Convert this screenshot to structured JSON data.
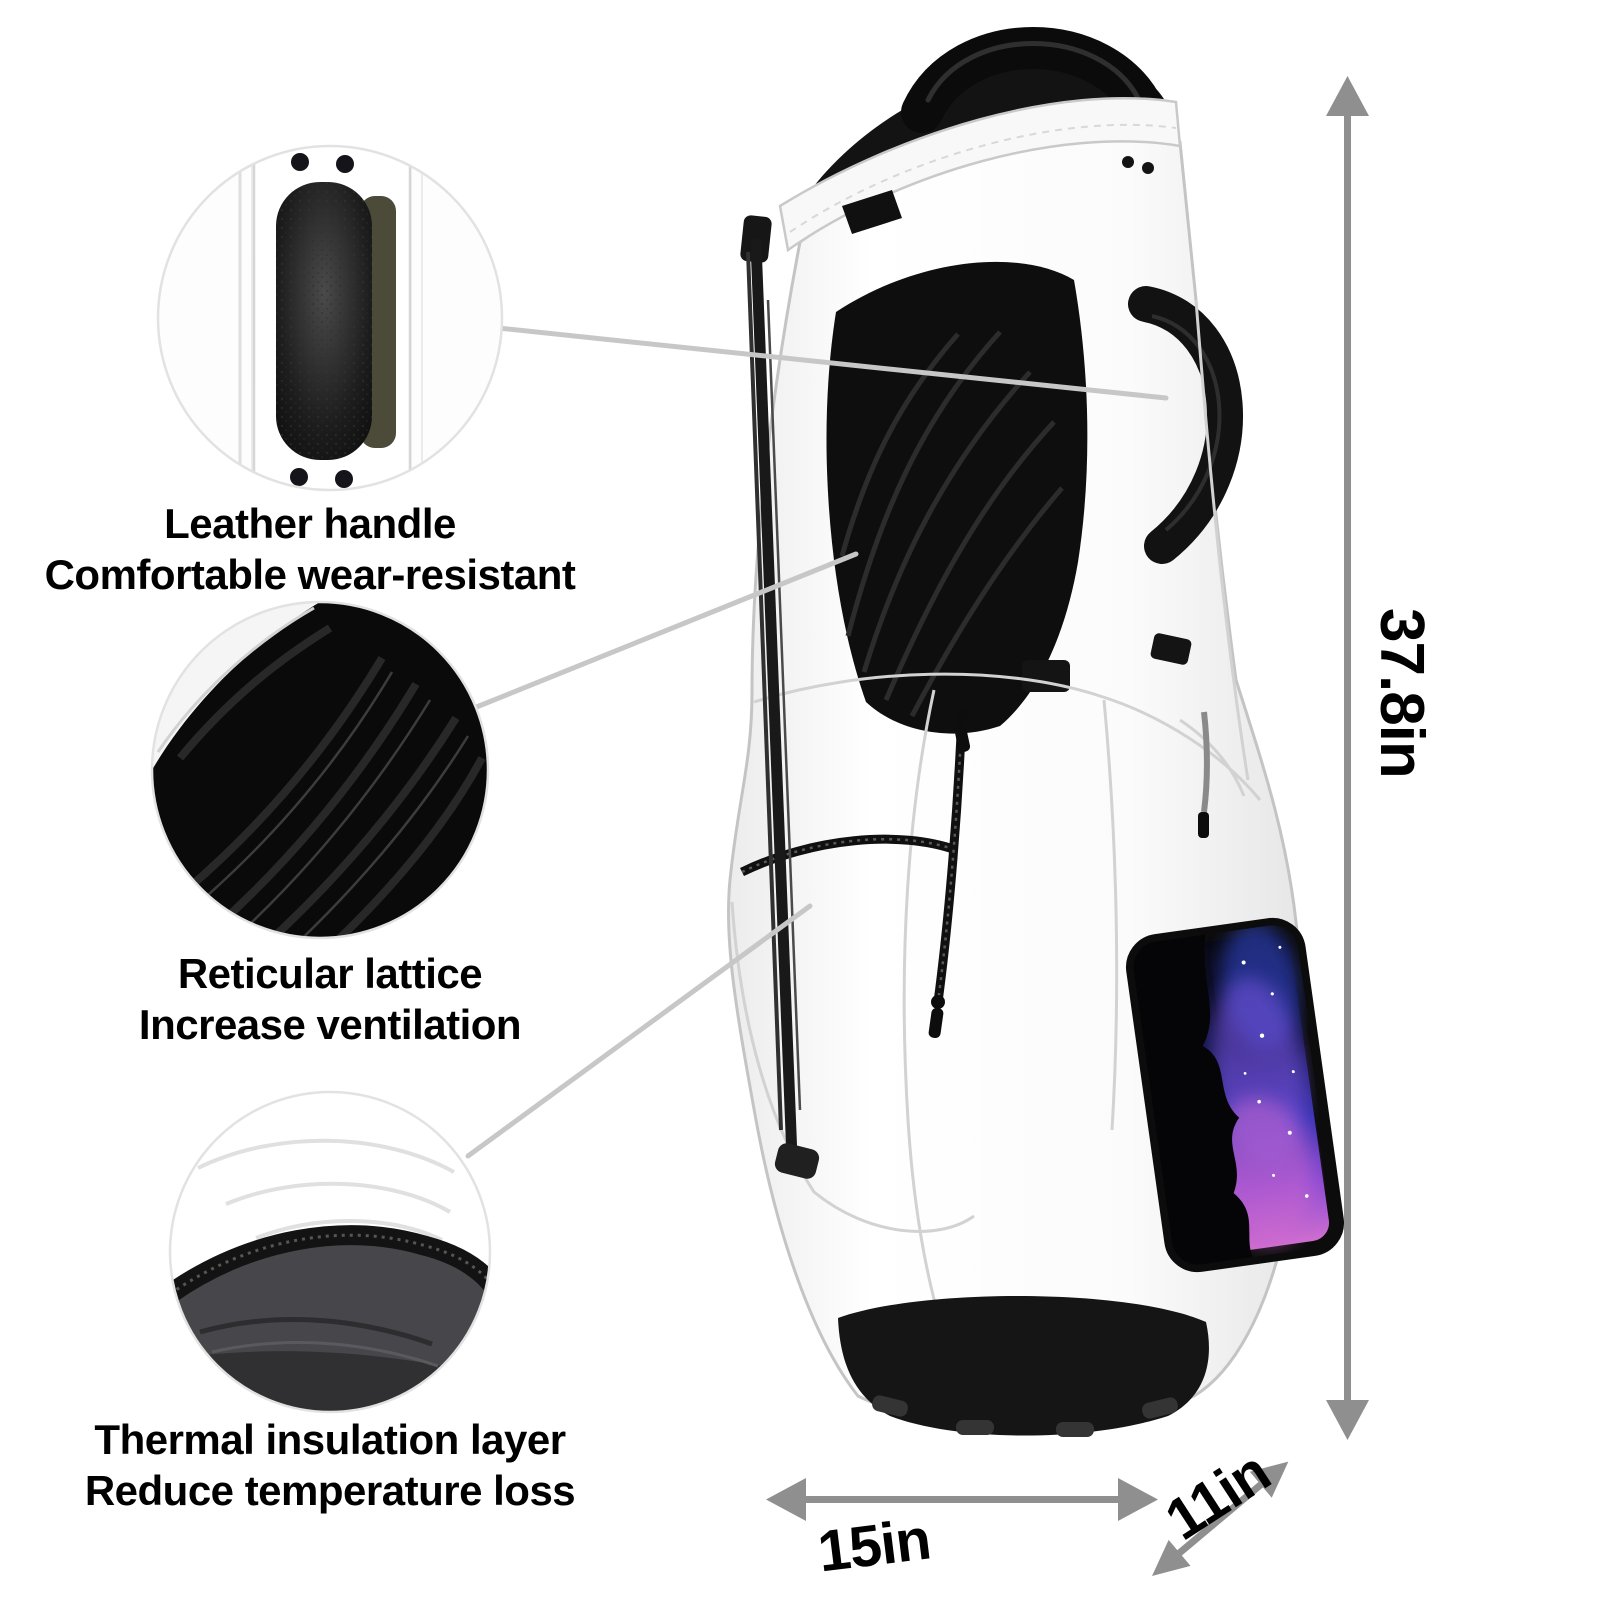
{
  "infographic": {
    "type": "product-feature-diagram",
    "subject": "golf stand bag with feature callouts and size dimensions"
  },
  "callouts": [
    {
      "title": "Leather handle",
      "subtitle": "Comfortable wear-resistant",
      "closeup": "leather-handle-closeup"
    },
    {
      "title": "Reticular lattice",
      "subtitle": "Increase ventilation",
      "closeup": "mesh-fabric-closeup"
    },
    {
      "title": "Thermal insulation layer",
      "subtitle": "Reduce temperature loss",
      "closeup": "insulated-pocket-closeup"
    }
  ],
  "dimensions": {
    "height": "37.8in",
    "width": "15in",
    "depth": "11in"
  },
  "colors": {
    "background": "#ffffff",
    "text": "#000000",
    "arrow": "#8f8f8f",
    "connector_line": "#c7c7c7",
    "bag_body": "#ffffff",
    "bag_trim": "#141414",
    "galaxy_blue": "#3c35b4",
    "galaxy_purple": "#8a4bd4",
    "galaxy_pink": "#d873cf"
  }
}
